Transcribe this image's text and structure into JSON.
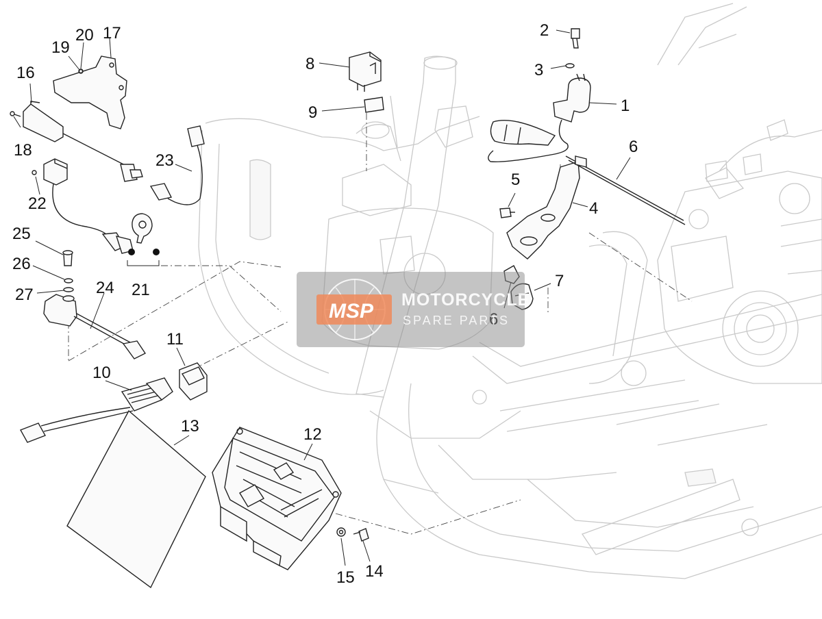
{
  "diagram": {
    "callouts": [
      "1",
      "2",
      "3",
      "4",
      "5",
      "6",
      "7",
      "8",
      "9",
      "10",
      "11",
      "12",
      "13",
      "14",
      "15",
      "16",
      "17",
      "18",
      "19",
      "20",
      "21",
      "22",
      "23",
      "24",
      "25",
      "26",
      "27",
      "6"
    ],
    "watermark": {
      "logo": "MSP",
      "line1": "MOTORCYCLE",
      "line2": "SPARE PARTS",
      "colors": {
        "background": "#888888",
        "logo": "#f08a5a"
      }
    }
  }
}
